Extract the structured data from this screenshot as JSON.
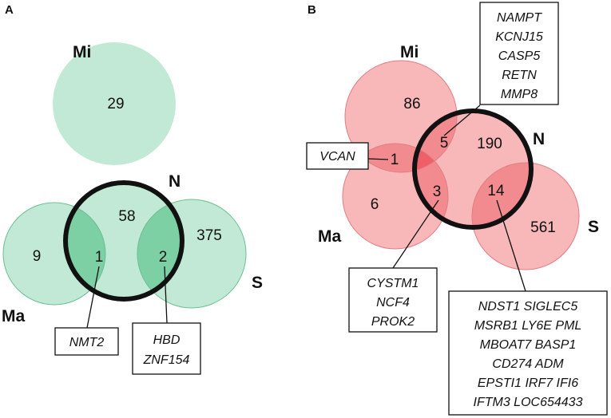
{
  "colors": {
    "green_fill": "#c2e9d6",
    "green_overlap": "#7dcfa4",
    "red_fill": "#f8b7b9",
    "red_overlap": "#f28b8f",
    "red_triple": "#ee5f67",
    "outline": "#111111"
  },
  "panelA": {
    "letter": "A",
    "labels": {
      "mi": "Mi",
      "n": "N",
      "ma": "Ma",
      "s": "S"
    },
    "counts": {
      "mi": "29",
      "n": "58",
      "ma": "9",
      "s": "375",
      "ma_n": "1",
      "n_s": "2"
    },
    "genes": {
      "ma_n": [
        "NMT2"
      ],
      "n_s": [
        "HBD",
        "ZNF154"
      ]
    }
  },
  "panelB": {
    "letter": "B",
    "labels": {
      "mi": "Mi",
      "n": "N",
      "ma": "Ma",
      "s": "S"
    },
    "counts": {
      "mi": "86",
      "mi_ma": "1",
      "mi_n": "5",
      "n": "190",
      "ma": "6",
      "ma_n": "3",
      "n_s": "14",
      "s": "561"
    },
    "genes": {
      "mi_n": [
        "NAMPT",
        "KCNJ15",
        "CASP5",
        "RETN",
        "MMP8"
      ],
      "mi_ma": [
        "VCAN"
      ],
      "ma_n": [
        "CYSTM1",
        "NCF4",
        "PROK2"
      ],
      "n_s": [
        "NDST1 SIGLEC5",
        "MSRB1 LY6E PML",
        "MBOAT7 BASP1",
        "CD274 ADM",
        "EPSTI1 IRF7 IFI6",
        "IFTM3 LOC654433"
      ]
    }
  }
}
